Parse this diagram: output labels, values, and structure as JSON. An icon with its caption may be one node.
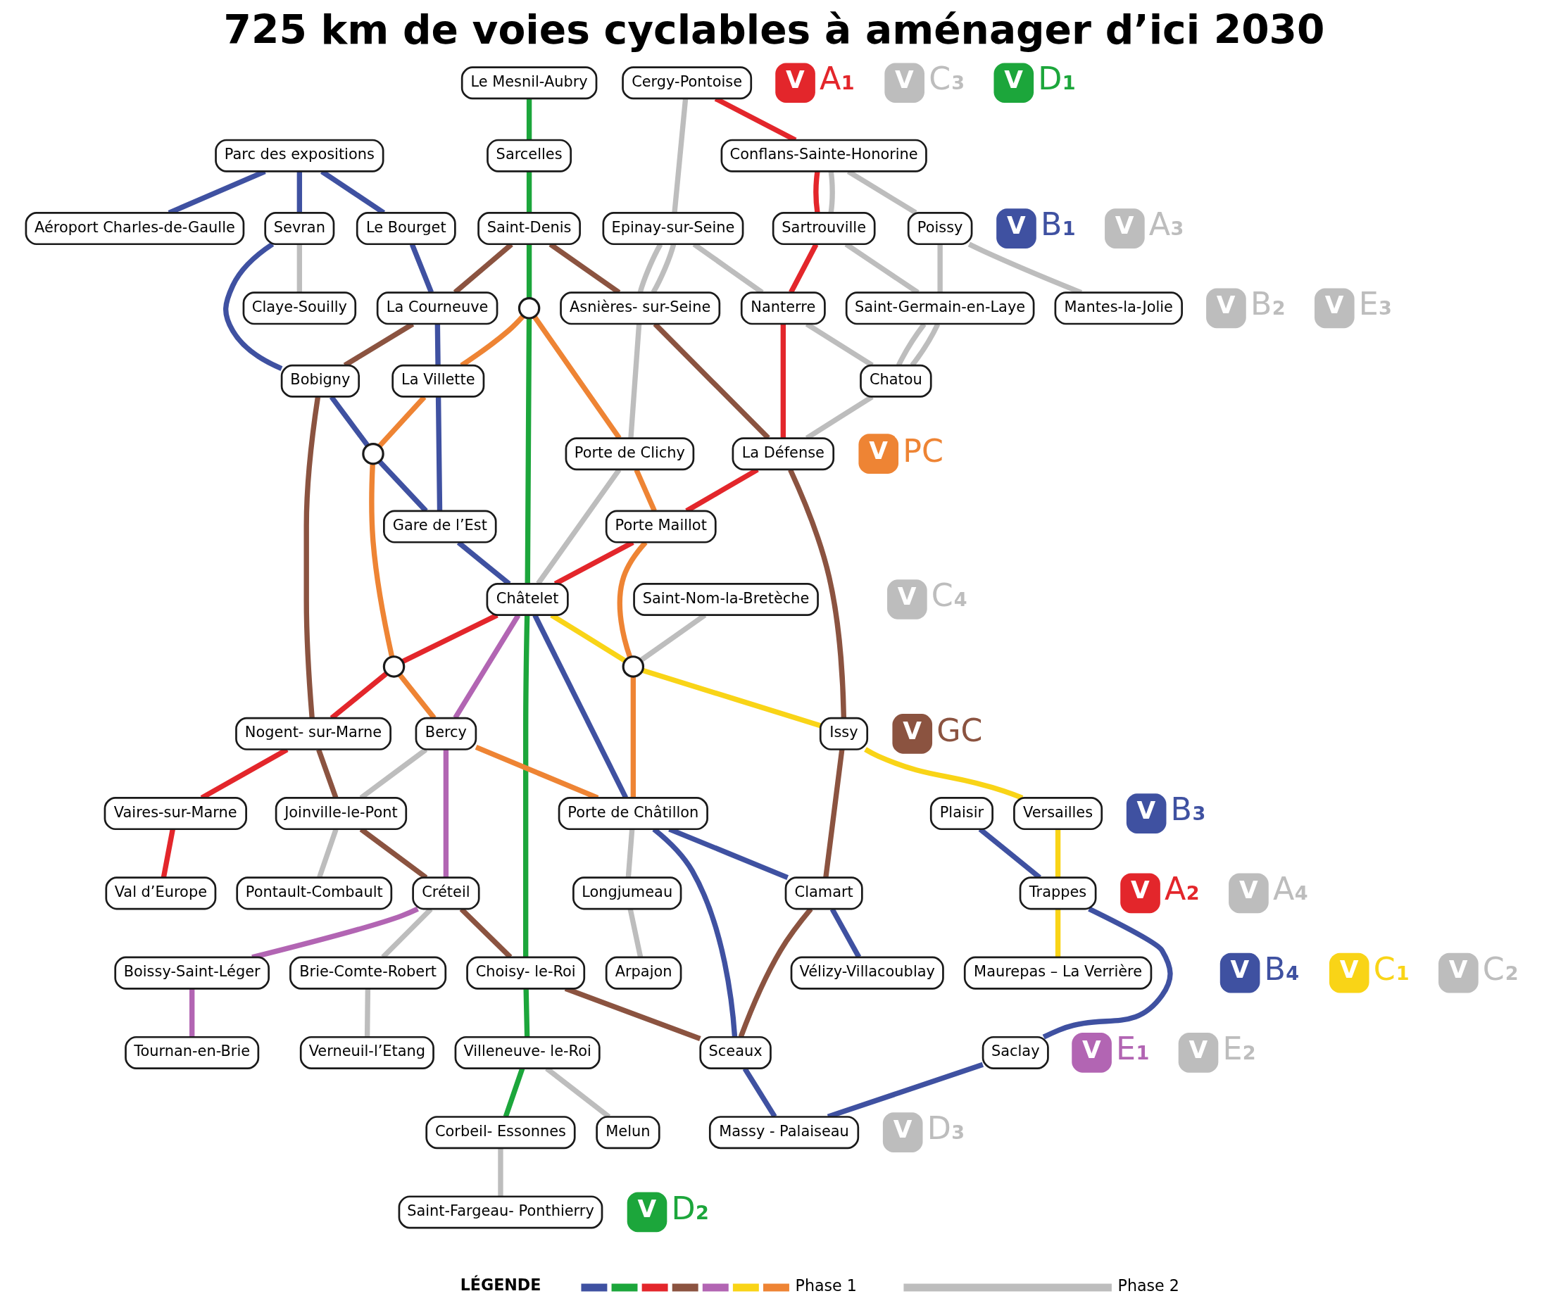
{
  "diagram": {
    "title": "725 km de voies cyclables à aménager d’ici 2030",
    "nodes": [
      {
        "text": [
          "Cergy-Pontoise"
        ]
      },
      {
        "text": [
          "Le Mesnil-Aubry"
        ]
      },
      {
        "text": [
          "Parc des expositions"
        ]
      },
      {
        "text": [
          "Aéroport Charles-de-Gaulle"
        ]
      },
      {
        "text": [
          "Conflans-Sainte-Honorine"
        ]
      },
      {
        "text": [
          "Sarcelles"
        ]
      },
      {
        "text": [
          "Epinay-sur-Seine"
        ]
      },
      {
        "text": [
          "Le Bourget"
        ]
      },
      {
        "text": [
          "Sartrouville"
        ]
      },
      {
        "text": [
          "Sevran"
        ]
      },
      {
        "text": [
          "Claye-Souilly"
        ]
      },
      {
        "text": [
          "Saint-Denis"
        ]
      },
      {
        "text": [
          "La Courneuve"
        ]
      },
      {
        "text": [
          "Asnières- sur-Seine"
        ]
      },
      {
        "text": [
          "Nanterre"
        ]
      },
      {
        "text": [
          "Bobigny"
        ]
      },
      {
        "text": [],
        "shape": "circle"
      },
      {
        "text": [
          "La Villette"
        ]
      },
      {
        "text": [
          "Porte de Clichy"
        ]
      },
      {
        "text": [],
        "shape": "circle"
      },
      {
        "text": [
          "Poissy"
        ]
      },
      {
        "text": [
          "Saint-Germain-en-Laye"
        ]
      },
      {
        "text": [
          "Chatou"
        ]
      },
      {
        "text": [
          "La Défense"
        ]
      },
      {
        "text": [
          "Gare de l’Est"
        ]
      },
      {
        "text": [
          "Mantes-la-Jolie"
        ]
      },
      {
        "text": [
          "Porte Maillot"
        ]
      },
      {
        "text": [
          "Châtelet"
        ]
      },
      {
        "text": [
          "Saint-Nom-la-Bretèche"
        ]
      },
      {
        "text": [],
        "shape": "circle"
      },
      {
        "text": [],
        "shape": "circle"
      },
      {
        "text": [
          "Nogent- sur-Marne"
        ]
      },
      {
        "text": [
          "Vaires-sur-Marne"
        ]
      },
      {
        "text": [
          "Val d’Europe"
        ]
      },
      {
        "text": [
          "Issy"
        ]
      },
      {
        "text": [
          "Bercy"
        ]
      },
      {
        "text": [
          "Porte de Châtillon"
        ]
      },
      {
        "text": [
          "Joinville-le-Pont"
        ]
      },
      {
        "text": [
          "Pontault-Combault"
        ]
      },
      {
        "text": [
          "Créteil"
        ]
      },
      {
        "text": [
          "Clamart"
        ]
      },
      {
        "text": [
          "Versailles"
        ]
      },
      {
        "text": [
          "Choisy- le-Roi"
        ]
      },
      {
        "text": [
          "Plaisir"
        ]
      },
      {
        "text": [
          "Sceaux"
        ]
      },
      {
        "text": [
          "Vélizy-Villacoublay"
        ]
      },
      {
        "text": [
          "Boissy-Saint-Léger"
        ]
      },
      {
        "text": [
          "Tournan-en-Brie"
        ]
      },
      {
        "text": [
          "Trappes"
        ]
      },
      {
        "text": [
          "Maurepas – La Verrière"
        ]
      },
      {
        "text": [
          "Villeneuve- le-Roi"
        ]
      },
      {
        "text": [
          "Brie-Comte-Robert"
        ]
      },
      {
        "text": [
          "Verneuil-l’Etang"
        ]
      },
      {
        "text": [
          "Saclay"
        ]
      },
      {
        "text": [
          "Massy - Palaiseau"
        ]
      },
      {
        "text": [
          "Longjumeau"
        ]
      },
      {
        "text": [
          "Corbeil- Essonnes"
        ]
      },
      {
        "text": [
          "Arpajon"
        ]
      },
      {
        "text": [
          "Saint-Fargeau- Ponthierry"
        ]
      },
      {
        "text": [
          "Melun"
        ]
      }
    ],
    "edges": [
      {
        "from": 0,
        "to": 4,
        "arrow": "none",
        "color": "#e3262b"
      },
      {
        "from": 4,
        "to": 8,
        "arrow": "none",
        "color": "#e3262b"
      },
      {
        "from": 8,
        "to": 14,
        "arrow": "none",
        "color": "#e3262b"
      },
      {
        "from": 14,
        "to": 23,
        "arrow": "none",
        "color": "#e3262b"
      },
      {
        "from": 23,
        "to": 26,
        "arrow": "none",
        "color": "#e3262b"
      },
      {
        "from": 26,
        "to": 27,
        "arrow": "none",
        "color": "#e3262b"
      },
      {
        "from": 27,
        "to": 30,
        "arrow": "none",
        "color": "#e3262b"
      },
      {
        "from": 30,
        "to": 31,
        "arrow": "none",
        "color": "#e3262b"
      },
      {
        "from": 31,
        "to": 32,
        "arrow": "none",
        "color": "#e3262b"
      },
      {
        "from": 32,
        "to": 33,
        "arrow": "none",
        "color": "#e3262b"
      },
      {
        "from": 1,
        "to": 5,
        "arrow": "none",
        "color": "#1ca63b"
      },
      {
        "from": 5,
        "to": 11,
        "arrow": "none",
        "color": "#1ca63b"
      },
      {
        "from": 11,
        "to": 16,
        "arrow": "none",
        "color": "#1ca63b"
      },
      {
        "from": 16,
        "to": 27,
        "arrow": "none",
        "color": "#1ca63b"
      },
      {
        "from": 27,
        "to": 42,
        "arrow": "none",
        "color": "#1ca63b"
      },
      {
        "from": 42,
        "to": 50,
        "arrow": "none",
        "color": "#1ca63b"
      },
      {
        "from": 50,
        "to": 56,
        "arrow": "none",
        "color": "#1ca63b"
      },
      {
        "from": 2,
        "to": 3,
        "arrow": "none",
        "color": "#3f51a1"
      },
      {
        "from": 2,
        "to": 7,
        "arrow": "none",
        "color": "#3f51a1"
      },
      {
        "from": 7,
        "to": 12,
        "arrow": "none",
        "color": "#3f51a1"
      },
      {
        "from": 12,
        "to": 17,
        "arrow": "none",
        "color": "#3f51a1"
      },
      {
        "from": 17,
        "to": 24,
        "arrow": "none",
        "color": "#3f51a1"
      },
      {
        "from": 2,
        "to": 9,
        "arrow": "none",
        "color": "#3f51a1"
      },
      {
        "from": 9,
        "to": 15,
        "arrow": "none",
        "color": "#3f51a1"
      },
      {
        "from": 15,
        "to": 19,
        "arrow": "none",
        "color": "#3f51a1"
      },
      {
        "from": 19,
        "to": 24,
        "arrow": "none",
        "color": "#3f51a1"
      },
      {
        "from": 24,
        "to": 27,
        "arrow": "none",
        "color": "#3f51a1"
      },
      {
        "from": 27,
        "to": 36,
        "arrow": "none",
        "color": "#3f51a1"
      },
      {
        "from": 36,
        "to": 40,
        "arrow": "none",
        "color": "#3f51a1"
      },
      {
        "from": 40,
        "to": 45,
        "arrow": "none",
        "color": "#3f51a1"
      },
      {
        "from": 36,
        "to": 44,
        "arrow": "none",
        "color": "#3f51a1"
      },
      {
        "from": 44,
        "to": 54,
        "arrow": "none",
        "color": "#3f51a1"
      },
      {
        "from": 53,
        "to": 54,
        "arrow": "none",
        "color": "#3f51a1"
      },
      {
        "from": 48,
        "to": 53,
        "arrow": "none",
        "color": "#3f51a1"
      },
      {
        "from": 43,
        "to": 48,
        "arrow": "none",
        "color": "#3f51a1"
      },
      {
        "from": 16,
        "to": 17,
        "arrow": "none",
        "color": "#ee8434"
      },
      {
        "from": 17,
        "to": 19,
        "arrow": "none",
        "color": "#ee8434"
      },
      {
        "from": 19,
        "to": 30,
        "arrow": "none",
        "color": "#ee8434"
      },
      {
        "from": 30,
        "to": 35,
        "arrow": "none",
        "color": "#ee8434"
      },
      {
        "from": 35,
        "to": 36,
        "arrow": "none",
        "color": "#ee8434"
      },
      {
        "from": 29,
        "to": 36,
        "arrow": "none",
        "color": "#ee8434"
      },
      {
        "from": 26,
        "to": 29,
        "arrow": "none",
        "color": "#ee8434"
      },
      {
        "from": 18,
        "to": 26,
        "arrow": "none",
        "color": "#ee8434"
      },
      {
        "from": 16,
        "to": 18,
        "arrow": "none",
        "color": "#ee8434"
      },
      {
        "from": 11,
        "to": 12,
        "arrow": "none",
        "color": "#8b5340"
      },
      {
        "from": 12,
        "to": 15,
        "arrow": "none",
        "color": "#8b5340"
      },
      {
        "from": 15,
        "to": 31,
        "arrow": "none",
        "color": "#8b5340"
      },
      {
        "from": 31,
        "to": 37,
        "arrow": "none",
        "color": "#8b5340"
      },
      {
        "from": 37,
        "to": 39,
        "arrow": "none",
        "color": "#8b5340"
      },
      {
        "from": 39,
        "to": 42,
        "arrow": "none",
        "color": "#8b5340"
      },
      {
        "from": 42,
        "to": 44,
        "arrow": "none",
        "color": "#8b5340"
      },
      {
        "from": 40,
        "to": 44,
        "arrow": "none",
        "color": "#8b5340"
      },
      {
        "from": 34,
        "to": 40,
        "arrow": "none",
        "color": "#8b5340"
      },
      {
        "from": 23,
        "to": 34,
        "arrow": "none",
        "color": "#8b5340"
      },
      {
        "from": 13,
        "to": 23,
        "arrow": "none",
        "color": "#8b5340"
      },
      {
        "from": 11,
        "to": 13,
        "arrow": "none",
        "color": "#8b5340"
      },
      {
        "from": 27,
        "to": 35,
        "arrow": "none",
        "color": "#b265b3"
      },
      {
        "from": 35,
        "to": 39,
        "arrow": "none",
        "color": "#b265b3"
      },
      {
        "from": 39,
        "to": 46,
        "arrow": "none",
        "color": "#b265b3"
      },
      {
        "from": 46,
        "to": 47,
        "arrow": "none",
        "color": "#b265b3"
      },
      {
        "from": 27,
        "to": 29,
        "arrow": "none",
        "color": "#f9d417"
      },
      {
        "from": 29,
        "to": 34,
        "arrow": "none",
        "color": "#f9d417"
      },
      {
        "from": 34,
        "to": 41,
        "arrow": "none",
        "color": "#f9d417"
      },
      {
        "from": 41,
        "to": 48,
        "arrow": "none",
        "color": "#f9d417"
      },
      {
        "from": 48,
        "to": 49,
        "arrow": "none",
        "color": "#f9d417"
      },
      {
        "from": 0,
        "to": 6,
        "arrow": "none"
      },
      {
        "from": 6,
        "to": 13,
        "arrow": "none"
      },
      {
        "from": 6,
        "to": 13,
        "arrow": "none"
      },
      {
        "from": 6,
        "to": 14,
        "arrow": "none"
      },
      {
        "from": 14,
        "to": 22,
        "arrow": "none"
      },
      {
        "from": 4,
        "to": 8,
        "arrow": "none"
      },
      {
        "from": 8,
        "to": 21,
        "arrow": "none"
      },
      {
        "from": 4,
        "to": 20,
        "arrow": "none"
      },
      {
        "from": 20,
        "to": 25,
        "arrow": "none"
      },
      {
        "from": 20,
        "to": 21,
        "arrow": "none"
      },
      {
        "from": 21,
        "to": 22,
        "arrow": "none"
      },
      {
        "from": 21,
        "to": 22,
        "arrow": "none"
      },
      {
        "from": 22,
        "to": 23,
        "arrow": "none"
      },
      {
        "from": 13,
        "to": 18,
        "arrow": "none"
      },
      {
        "from": 18,
        "to": 27,
        "arrow": "none"
      },
      {
        "from": 28,
        "to": 29,
        "arrow": "none"
      },
      {
        "from": 9,
        "to": 10,
        "arrow": "none"
      },
      {
        "from": 35,
        "to": 37,
        "arrow": "none"
      },
      {
        "from": 37,
        "to": 38,
        "arrow": "none"
      },
      {
        "from": 36,
        "to": 55,
        "arrow": "none"
      },
      {
        "from": 55,
        "to": 57,
        "arrow": "none"
      },
      {
        "from": 50,
        "to": 59,
        "arrow": "none"
      },
      {
        "from": 56,
        "to": 58,
        "arrow": "none"
      },
      {
        "from": 39,
        "to": 51,
        "arrow": "none"
      },
      {
        "from": 51,
        "to": 52,
        "arrow": "none"
      }
    ],
    "labels": [
      "V A1",
      "V C3",
      "V D1",
      "V B1",
      "V B2",
      "V A3",
      "V PC",
      "V GC",
      "V E3",
      "V C4",
      "V A2",
      "V A4",
      "V B3",
      "V B4",
      "V E1",
      "V C1",
      "V E2",
      "LÉGENDE",
      "V C2",
      "V D2",
      "V D3"
    ],
    "legend": [
      {
        "text": "Phase 1"
      },
      {
        "text": "Phase 2"
      }
    ]
  }
}
